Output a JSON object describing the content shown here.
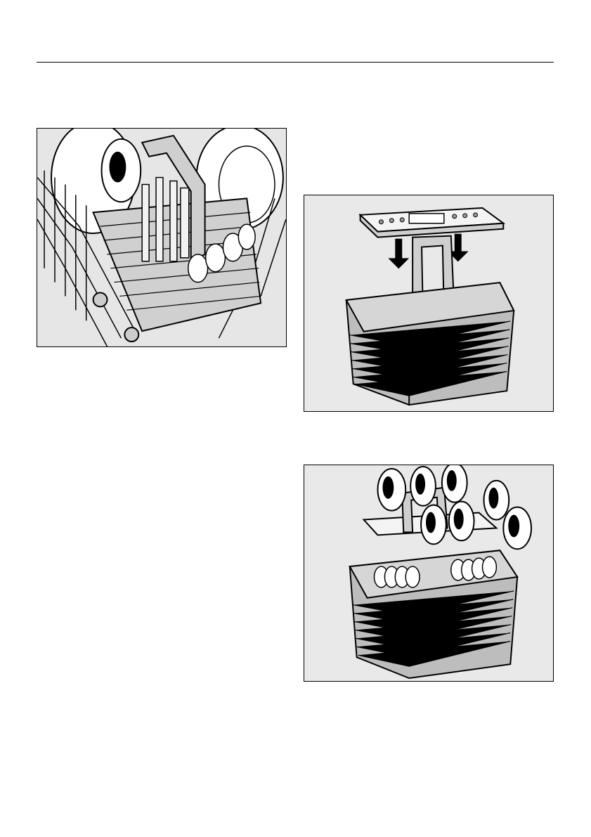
{
  "page": {
    "figures": [
      {
        "id": "cutlery-basket-in-rack",
        "caption": ""
      },
      {
        "id": "insert-grid-onto-basket",
        "caption": ""
      },
      {
        "id": "basket-with-cutlery-loaded",
        "caption": ""
      }
    ]
  }
}
